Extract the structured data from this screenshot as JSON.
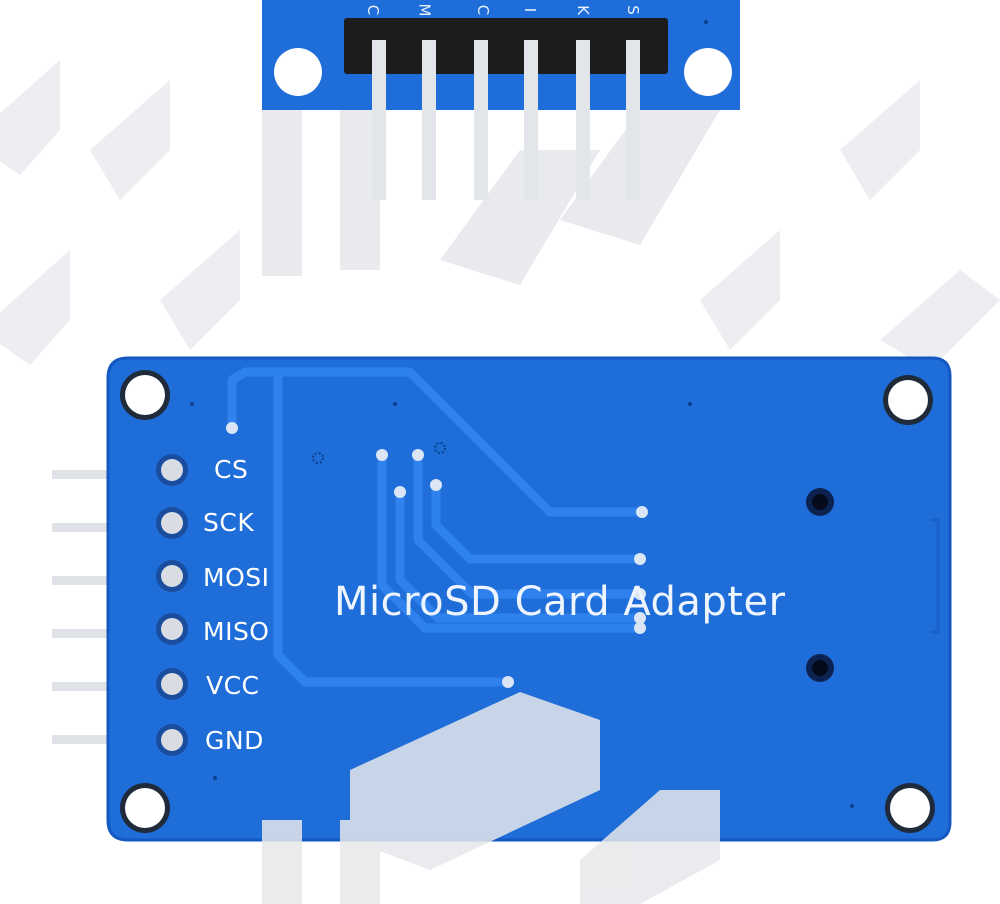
{
  "colors": {
    "pcb_blue": "#1e6dd8",
    "pcb_edge": "#0f55bd",
    "trace": "#2f82ee",
    "pad": "#d9dde3",
    "pin_metal": "#e2e5ea",
    "header_black": "#1c1c1c",
    "watermark": "#e6e8eb"
  },
  "top_board": {
    "pin_labels": [
      "C",
      "M",
      "C",
      "I",
      "K",
      "S"
    ]
  },
  "bottom_board": {
    "title": "MicroSD Card Adapter",
    "pins": [
      {
        "label": "CS"
      },
      {
        "label": "SCK"
      },
      {
        "label": "MOSI"
      },
      {
        "label": "MISO"
      },
      {
        "label": "VCC"
      },
      {
        "label": "GND"
      }
    ]
  },
  "icons": [
    "mounting-hole-icon",
    "watermark-logo-icon"
  ]
}
